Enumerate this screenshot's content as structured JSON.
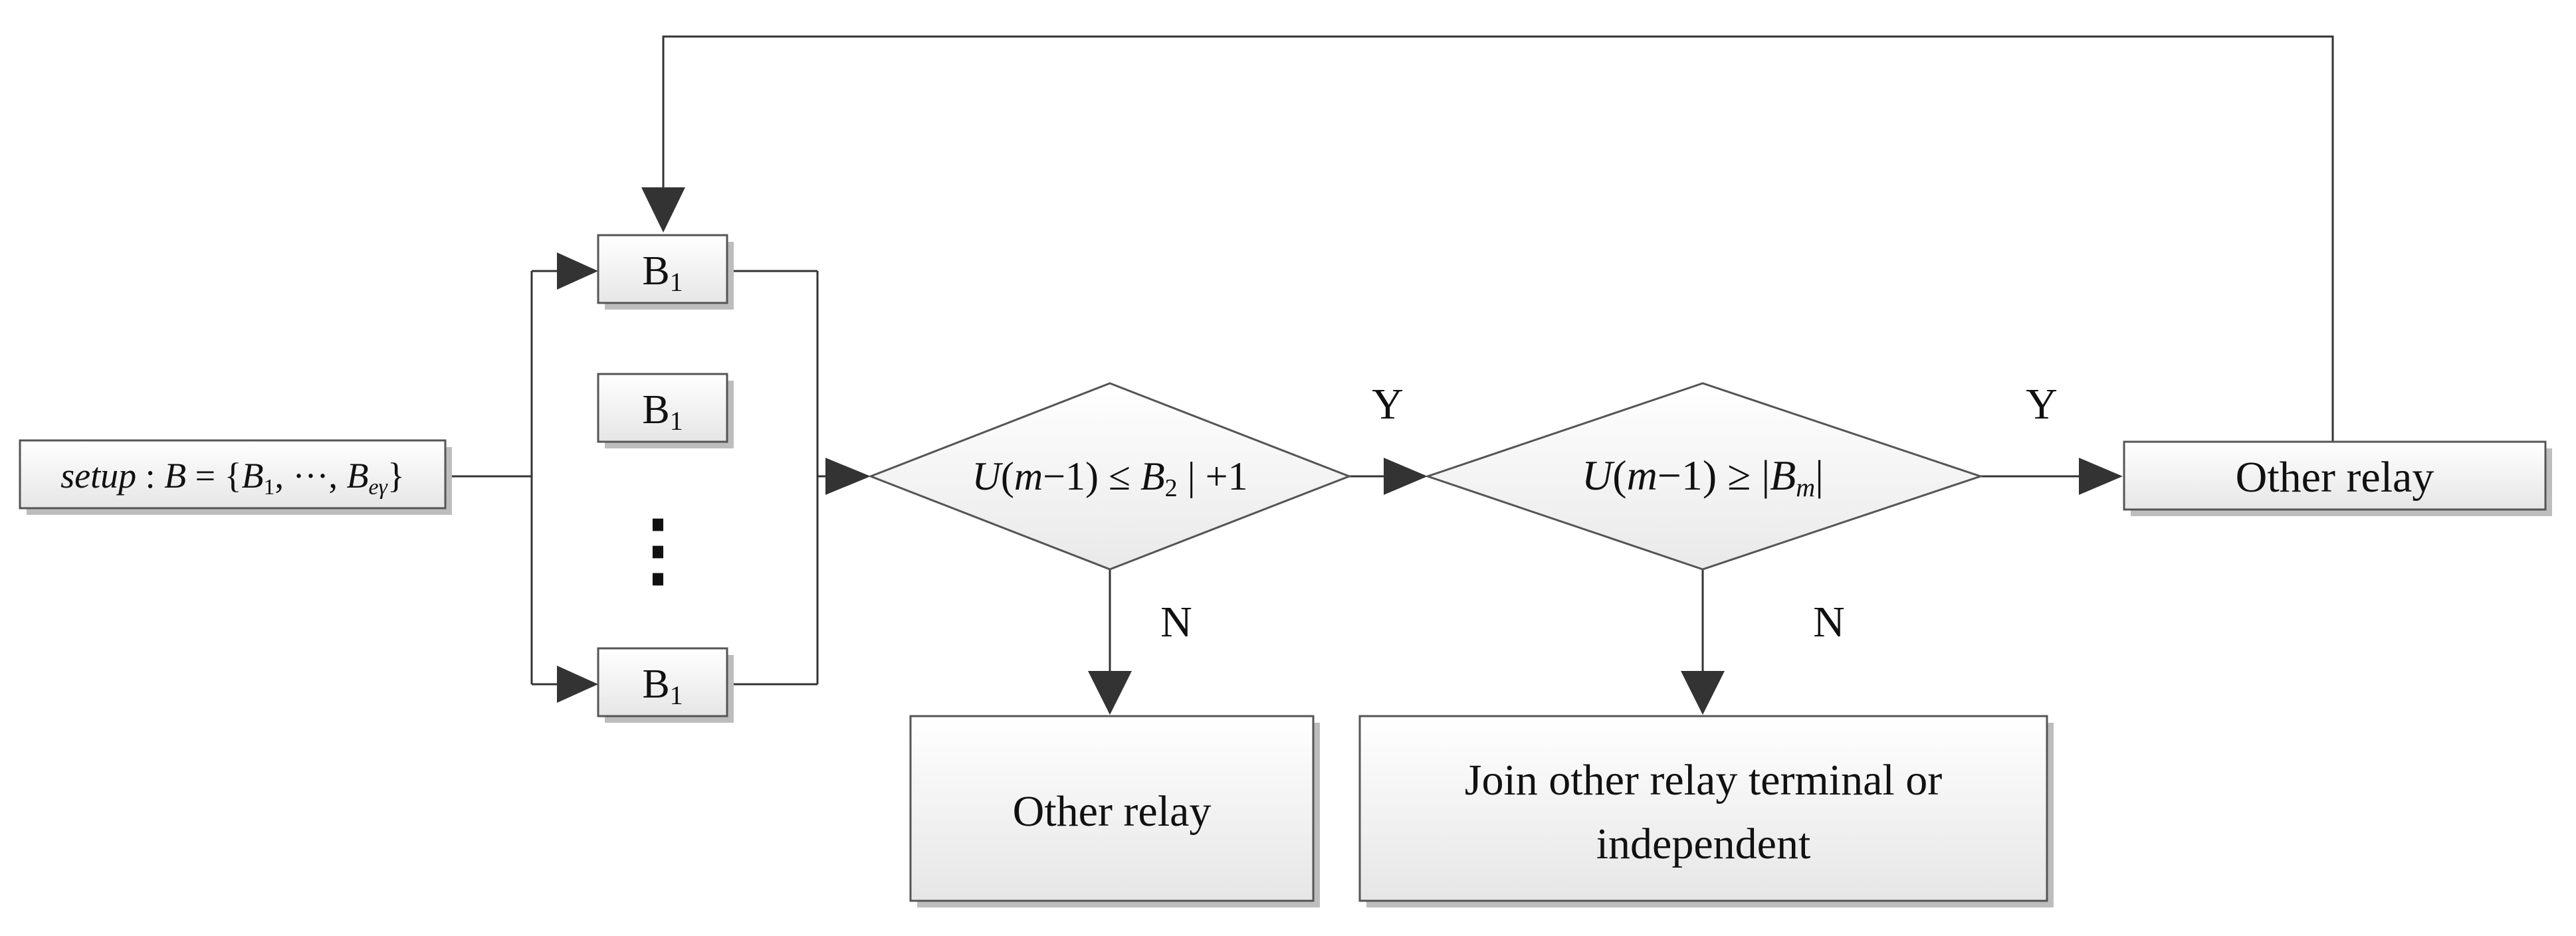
{
  "setup_box": {
    "kw": "setup",
    "var": "B",
    "first": "B",
    "first_sub": "1",
    "dots": "···",
    "last": "B",
    "last_sub": "eγ"
  },
  "b_boxes": [
    {
      "letter": "B",
      "sub": "1"
    },
    {
      "letter": "B",
      "sub": "1"
    },
    {
      "letter": "B",
      "sub": "1"
    }
  ],
  "vdots": "⋮",
  "decision1": {
    "fn": "U",
    "arg": "m",
    "var": "B",
    "sub": "2",
    "tail": "| +1"
  },
  "decision2": {
    "fn": "U",
    "arg": "m",
    "var": "B",
    "sub": "m"
  },
  "yes_label": "Y",
  "no_label": "N",
  "other_relay_right": "Other relay",
  "other_relay_bottom": "Other relay",
  "join_text_line1": "Join other relay terminal or",
  "join_text_line2": "independent"
}
